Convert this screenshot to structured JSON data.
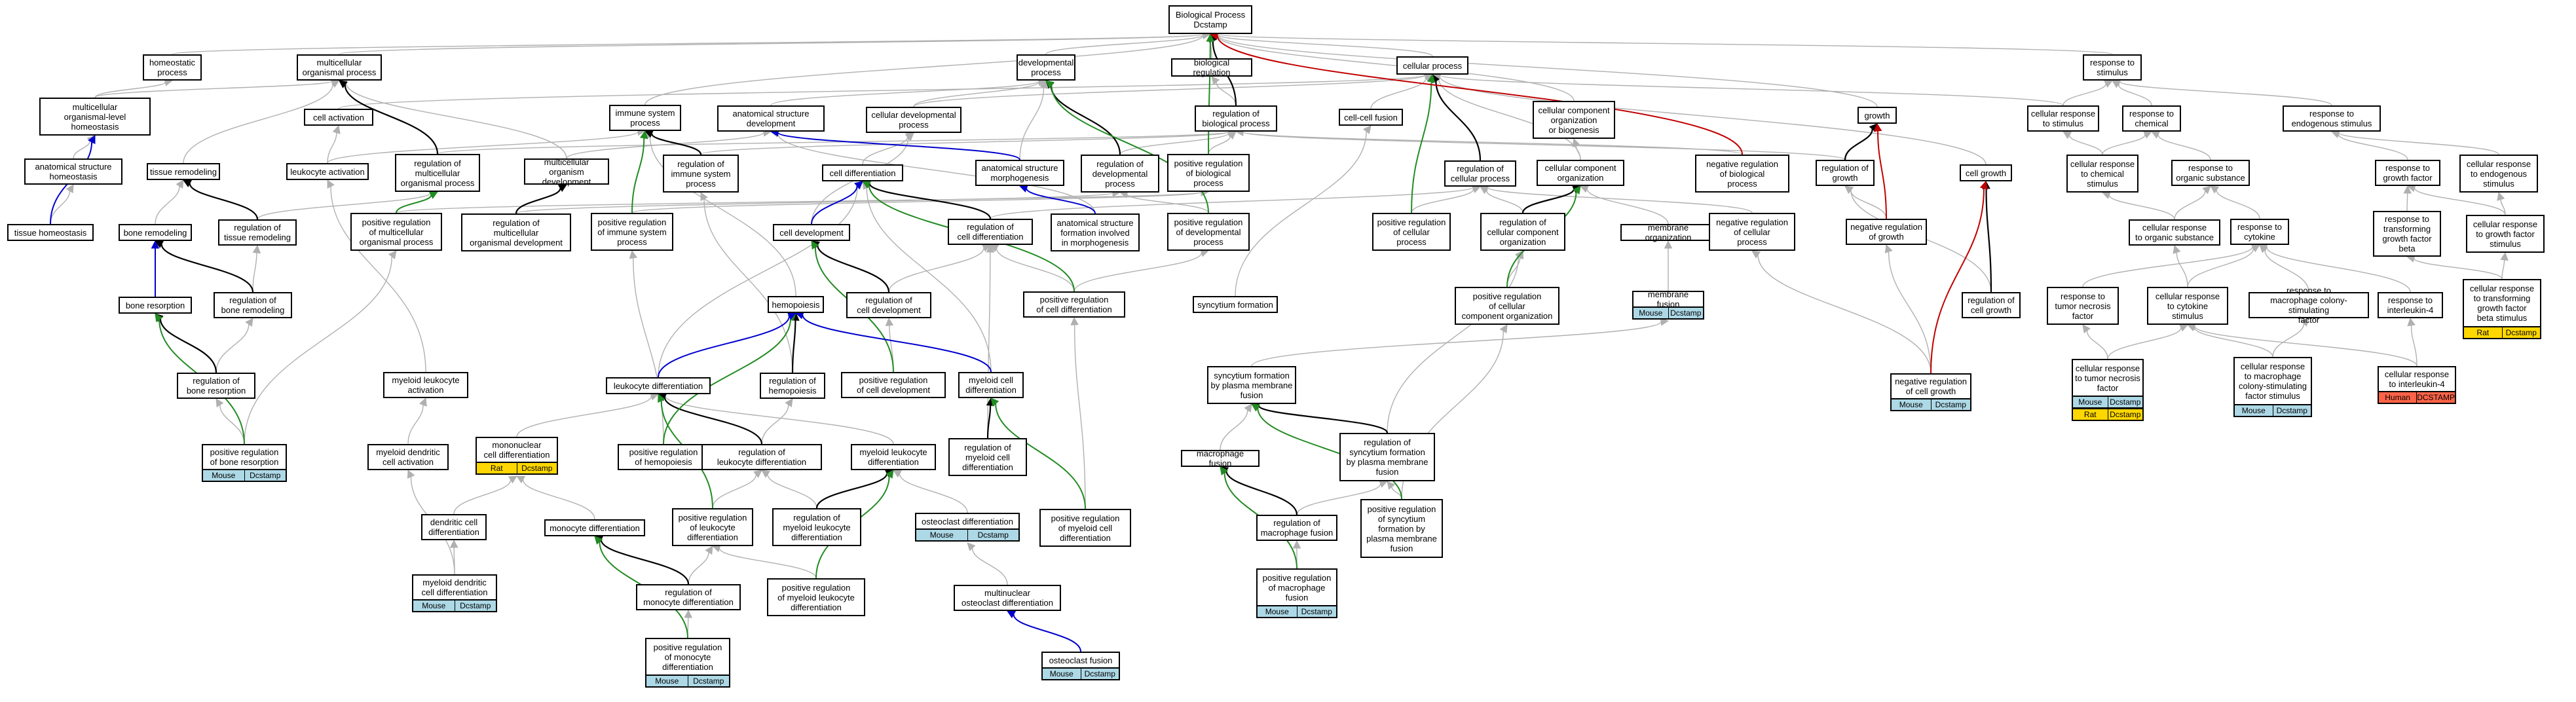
{
  "colors": {
    "mouse": "#add8e6",
    "rat": "#ffd700",
    "human": "#ff6347",
    "gray_edge": "#b0b0b0",
    "black_edge": "#000000",
    "green_edge": "#228b22",
    "blue_edge": "#0000cd",
    "red_edge": "#c00000"
  },
  "nodes": {
    "bp": "Biological Process\nDcstamp",
    "homeostatic_process": "homeostatic\nprocess",
    "multicellular_organismal_process": "multicellular\norganismal process",
    "developmental_process": "developmental\nprocess",
    "biological_regulation": "biological regulation",
    "cellular_process": "cellular process",
    "response_to_stimulus": "response to\nstimulus",
    "multicellular_organismal_level_homeostasis": "multicellular\norganismal-level\nhomeostasis",
    "cell_activation": "cell activation",
    "immune_system_process": "immune system\nprocess",
    "anatomical_structure_development": "anatomical structure\ndevelopment",
    "cellular_developmental_process": "cellular developmental\nprocess",
    "regulation_of_biological_process": "regulation of\nbiological process",
    "cell_cell_fusion": "cell-cell fusion",
    "cellular_component_organization_or_biogenesis": "cellular component\norganization\nor biogenesis",
    "growth": "growth",
    "cellular_response_to_stimulus": "cellular response\nto stimulus",
    "response_to_chemical": "response to\nchemical",
    "response_to_endogenous_stimulus": "response to\nendogenous stimulus",
    "anatomical_structure_homeostasis": "anatomical structure\nhomeostasis",
    "tissue_remodeling": "tissue remodeling",
    "leukocyte_activation": "leukocyte activation",
    "regulation_of_multicellular_organismal_process": "regulation of\nmulticellular\norganismal process",
    "multicellular_organism_development": "multicellular\norganism development",
    "regulation_of_immune_system_process": "regulation of\nimmune system\nprocess",
    "cell_differentiation": "cell differentiation",
    "anatomical_structure_morphogenesis": "anatomical structure\nmorphogenesis",
    "regulation_of_developmental_process": "regulation of\ndevelopmental\nprocess",
    "positive_regulation_of_biological_process": "positive regulation\nof biological\nprocess",
    "regulation_of_cellular_process": "regulation of\ncellular process",
    "cellular_component_organization": "cellular component\norganization",
    "negative_regulation_of_biological_process": "negative regulation\nof biological\nprocess",
    "regulation_of_growth": "regulation of\ngrowth",
    "cell_growth": "cell growth",
    "cellular_response_to_chemical_stimulus": "cellular response\nto chemical\nstimulus",
    "response_to_organic_substance": "response to\norganic substance",
    "response_to_growth_factor": "response to\ngrowth factor",
    "cellular_response_to_endogenous_stimulus": "cellular response\nto endogenous\nstimulus",
    "tissue_homeostasis": "tissue homeostasis",
    "bone_remodeling": "bone remodeling",
    "regulation_of_tissue_remodeling": "regulation of\ntissue remodeling",
    "positive_regulation_of_multicellular_organismal_process": "positive regulation\nof multicellular\norganismal process",
    "regulation_of_multicellular_organismal_development": "regulation of\nmulticellular\norganismal development",
    "positive_regulation_of_immune_system_process": "positive regulation\nof immune system\nprocess",
    "cell_development": "cell development",
    "regulation_of_cell_differentiation": "regulation of\ncell differentiation",
    "anatomical_structure_formation_involved_in_morphogenesis": "anatomical structure\nformation involved\nin morphogenesis",
    "positive_regulation_of_developmental_process": "positive regulation\nof developmental\nprocess",
    "positive_regulation_of_cellular_process": "positive regulation\nof cellular\nprocess",
    "regulation_of_cellular_component_organization": "regulation of\ncellular component\norganization",
    "membrane_organization": "membrane organization",
    "negative_regulation_of_cellular_process": "negative regulation\nof cellular\nprocess",
    "negative_regulation_of_growth": "negative regulation\nof growth",
    "cellular_response_to_organic_substance": "cellular response\nto organic substance",
    "response_to_cytokine": "response to\ncytokine",
    "response_to_transforming_growth_factor_beta": "response to\ntransforming\ngrowth factor\nbeta",
    "cellular_response_to_growth_factor_stimulus": "cellular response\nto growth factor\nstimulus",
    "bone_resorption": "bone resorption",
    "regulation_of_bone_remodeling": "regulation of\nbone remodeling",
    "hemopoiesis": "hemopoiesis",
    "regulation_of_cell_development": "regulation of\ncell development",
    "positive_regulation_of_cell_differentiation": "positive regulation\nof cell differentiation",
    "syncytium_formation": "syncytium formation",
    "positive_regulation_of_cellular_component_organization": "positive regulation\nof cellular\ncomponent organization",
    "membrane_fusion": "membrane fusion",
    "regulation_of_cell_growth": "regulation of\ncell growth",
    "response_to_tumor_necrosis_factor": "response to\ntumor necrosis\nfactor",
    "response_to_cytokine_stimulus": "cellular response\nto cytokine\nstimulus",
    "response_to_macrophage_colony_stimulating_factor": "response to\nmacrophage colony-stimulating\nfactor",
    "response_to_interleukin_4": "response to\ninterleukin-4",
    "cellular_response_to_transforming_growth_factor_beta_stimulus": "cellular response\nto transforming\ngrowth factor\nbeta stimulus",
    "regulation_of_bone_resorption": "regulation of\nbone resorption",
    "myeloid_leukocyte_activation": "myeloid leukocyte\nactivation",
    "leukocyte_differentiation": "leukocyte differentiation",
    "regulation_of_hemopoiesis": "regulation of\nhemopoiesis",
    "positive_regulation_of_cell_development": "positive regulation\nof cell development",
    "myeloid_cell_differentiation": "myeloid cell\ndifferentiation",
    "syncytium_formation_by_plasma_membrane_fusion": "syncytium formation\nby plasma membrane\nfusion",
    "negative_regulation_of_cell_growth": "negative regulation\nof cell growth",
    "cellular_response_to_tumor_necrosis_factor": "cellular response\nto tumor necrosis\nfactor",
    "cellular_response_to_macrophage_colony_stimulating_factor_stimulus": "cellular response\nto macrophage\ncolony-stimulating\nfactor stimulus",
    "cellular_response_to_interleukin_4": "cellular response\nto interleukin-4",
    "positive_regulation_of_bone_resorption": "positive regulation\nof bone resorption",
    "myeloid_dendritic_cell_activation": "myeloid dendritic\ncell activation",
    "mononuclear_cell_differentiation": "mononuclear\ncell differentiation",
    "positive_regulation_of_hemopoiesis": "positive regulation\nof hemopoiesis",
    "regulation_of_leukocyte_differentiation": "regulation of\nleukocyte differentiation",
    "myeloid_leukocyte_differentiation": "myeloid leukocyte\ndifferentiation",
    "regulation_of_myeloid_cell_differentiation": "regulation of\nmyeloid cell\ndifferentiation",
    "macrophage_fusion": "macrophage fusion",
    "regulation_of_syncytium_formation_by_plasma_membrane_fusion": "regulation of\nsyncytium formation\nby plasma membrane\nfusion",
    "dendritic_cell_differentiation": "dendritic cell\ndifferentiation",
    "monocyte_differentiation": "monocyte differentiation",
    "positive_regulation_of_leukocyte_differentiation": "positive regulation\nof leukocyte\ndifferentiation",
    "regulation_of_myeloid_leukocyte_differentiation": "regulation of\nmyeloid leukocyte\ndifferentiation",
    "osteoclast_differentiation": "osteoclast differentiation",
    "positive_regulation_of_myeloid_cell_differentiation": "positive regulation\nof myeloid cell\ndifferentiation",
    "regulation_of_macrophage_fusion": "regulation of\nmacrophage fusion",
    "positive_regulation_of_syncytium_formation_by_plasma_membrane_fusion": "positive regulation\nof syncytium\nformation by\nplasma membrane\nfusion",
    "myeloid_dendritic_cell_differentiation": "myeloid dendritic\ncell differentiation",
    "regulation_of_monocyte_differentiation": "regulation of\nmonocyte differentiation",
    "positive_regulation_of_myeloid_leukocyte_differentiation": "positive regulation\nof myeloid leukocyte\ndifferentiation",
    "multinuclear_osteoclast_differentiation": "multinuclear\nosteoclast differentiation",
    "positive_regulation_of_macrophage_fusion": "positive regulation\nof macrophage\nfusion",
    "positive_regulation_of_monocyte_differentiation": "positive regulation\nof monocyte\ndifferentiation",
    "osteoclast_fusion": "osteoclast fusion"
  },
  "annotations": {
    "positive_regulation_of_bone_resorption": [
      [
        "Mouse",
        "mouse"
      ],
      [
        "Dcstamp",
        "mouse"
      ]
    ],
    "myeloid_dendritic_cell_differentiation": [
      [
        "Mouse",
        "mouse"
      ],
      [
        "Dcstamp",
        "mouse"
      ]
    ],
    "mononuclear_cell_differentiation": [
      [
        "Rat",
        "rat"
      ],
      [
        "Dcstamp",
        "rat"
      ]
    ],
    "osteoclast_differentiation": [
      [
        "Mouse",
        "mouse"
      ],
      [
        "Dcstamp",
        "mouse"
      ]
    ],
    "positive_regulation_of_monocyte_differentiation": [
      [
        "Mouse",
        "mouse"
      ],
      [
        "Dcstamp",
        "mouse"
      ]
    ],
    "osteoclast_fusion": [
      [
        "Mouse",
        "mouse"
      ],
      [
        "Dcstamp",
        "mouse"
      ]
    ],
    "positive_regulation_of_macrophage_fusion": [
      [
        "Mouse",
        "mouse"
      ],
      [
        "Dcstamp",
        "mouse"
      ]
    ],
    "membrane_fusion": [
      [
        "Mouse",
        "mouse"
      ],
      [
        "Dcstamp",
        "mouse"
      ]
    ],
    "negative_regulation_of_cell_growth": [
      [
        "Mouse",
        "mouse"
      ],
      [
        "Dcstamp",
        "mouse"
      ]
    ],
    "cellular_response_to_tumor_necrosis_factor": [
      [
        "Mouse",
        "mouse"
      ],
      [
        "Dcstamp",
        "mouse"
      ],
      [
        "Rat",
        "rat"
      ],
      [
        "Dcstamp",
        "rat"
      ]
    ],
    "cellular_response_to_macrophage_colony_stimulating_factor_stimulus": [
      [
        "Mouse",
        "mouse"
      ],
      [
        "Dcstamp",
        "mouse"
      ]
    ],
    "cellular_response_to_interleukin_4": [
      [
        "Human",
        "human"
      ],
      [
        "DCSTAMP",
        "human"
      ]
    ],
    "cellular_response_to_transforming_growth_factor_beta_stimulus": [
      [
        "Rat",
        "rat"
      ],
      [
        "Dcstamp",
        "rat"
      ]
    ]
  }
}
